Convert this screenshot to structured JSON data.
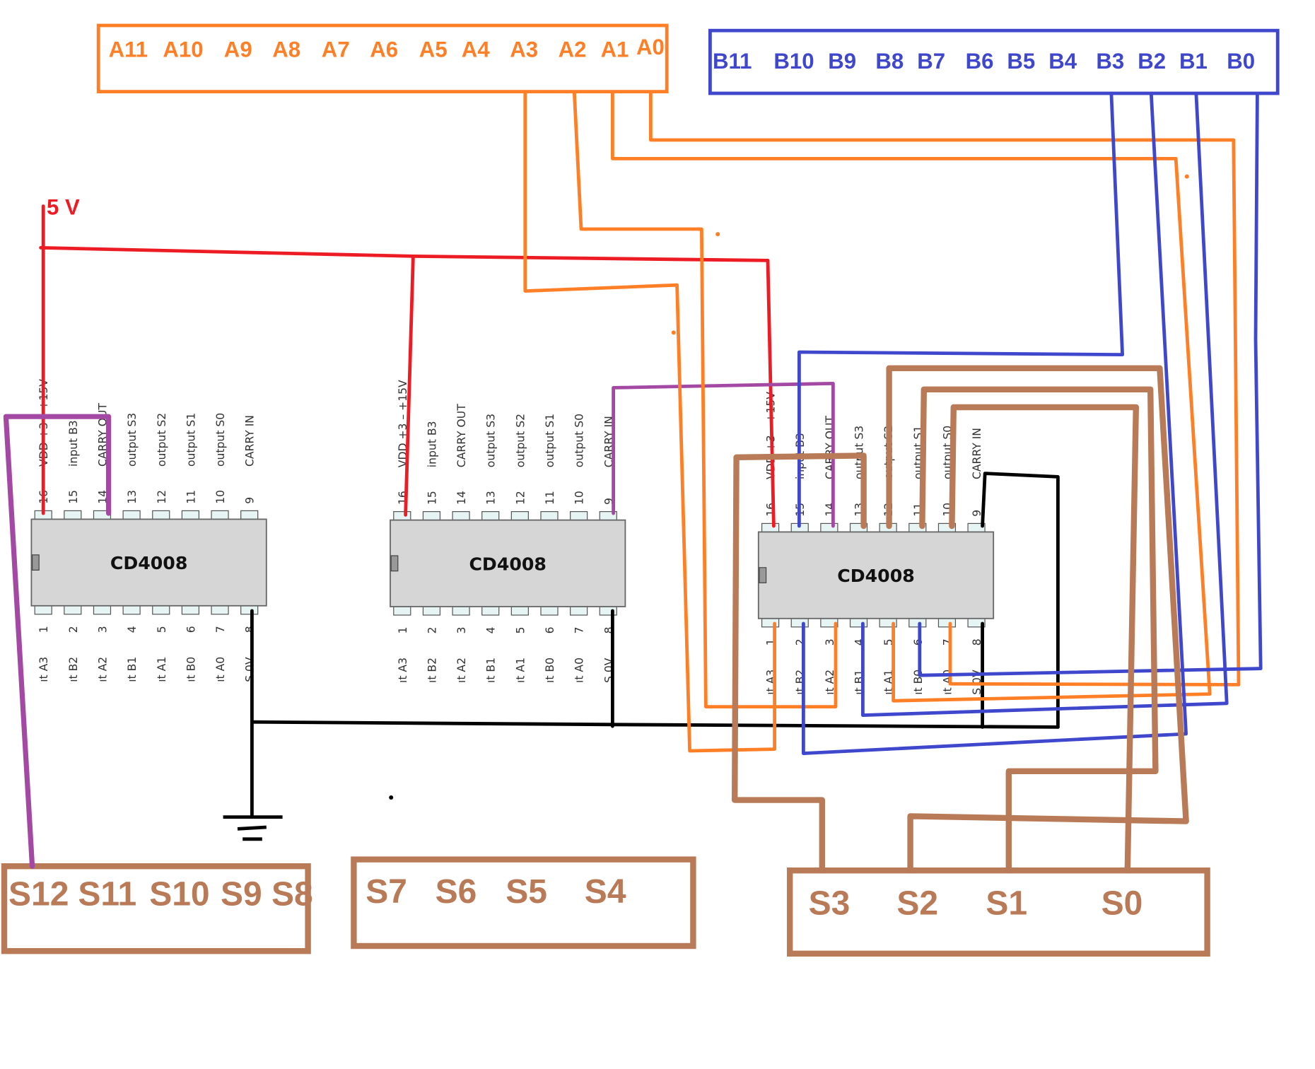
{
  "diagram": {
    "title": "12-bit adder with three CD4008 4-bit full adders",
    "supply_label": "5 V",
    "colors": {
      "a_bus": "#ff7f27",
      "b_bus": "#3f48cc",
      "sum_bus": "#b97a57",
      "power": "#ed1c24",
      "carry": "#a349a4",
      "ground": "#000000"
    },
    "a_bus": {
      "labels": [
        "A11",
        "A10",
        "A9",
        "A8",
        "A7",
        "A6",
        "A5",
        "A4",
        "A3",
        "A2",
        "A1",
        "A0"
      ]
    },
    "b_bus": {
      "labels": [
        "B11",
        "B10",
        "B9",
        "B8",
        "B7",
        "B6",
        "B5",
        "B4",
        "B3",
        "B2",
        "B1",
        "B0"
      ]
    },
    "sum_boxes": [
      {
        "labels": [
          "S12",
          "S11",
          "S10",
          "S9",
          "S8"
        ]
      },
      {
        "labels": [
          "S7",
          "S6",
          "S5",
          "S4"
        ]
      },
      {
        "labels": [
          "S3",
          "S2",
          "S1",
          "S0"
        ]
      }
    ],
    "chips": [
      {
        "name": "CD4008"
      },
      {
        "name": "CD4008"
      },
      {
        "name": "CD4008"
      }
    ],
    "top_pins": [
      {
        "num": "16",
        "label": "VDD +3 – +15V"
      },
      {
        "num": "15",
        "label": "input B3"
      },
      {
        "num": "14",
        "label": "CARRY OUT"
      },
      {
        "num": "13",
        "label": "output S3"
      },
      {
        "num": "12",
        "label": "output S2"
      },
      {
        "num": "11",
        "label": "output S1"
      },
      {
        "num": "10",
        "label": "output S0"
      },
      {
        "num": "9",
        "label": "CARRY IN"
      }
    ],
    "bottom_pins": [
      {
        "num": "1",
        "label": "ıt A3"
      },
      {
        "num": "2",
        "label": "ıt B2"
      },
      {
        "num": "3",
        "label": "ıt A2"
      },
      {
        "num": "4",
        "label": "ıt B1"
      },
      {
        "num": "5",
        "label": "ıt A1"
      },
      {
        "num": "6",
        "label": "ıt B0"
      },
      {
        "num": "7",
        "label": "ıt A0"
      },
      {
        "num": "8",
        "label": "S 0V"
      }
    ]
  }
}
